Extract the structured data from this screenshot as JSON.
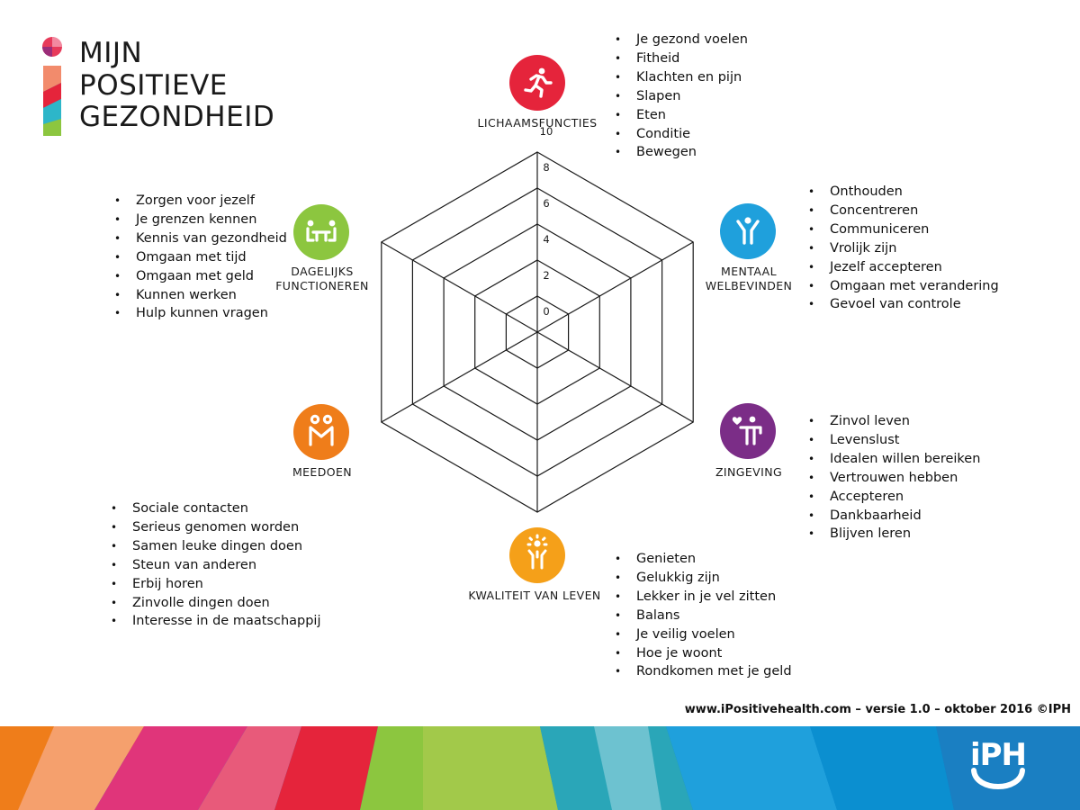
{
  "logo": {
    "lines": [
      "MIJN",
      "POSITIEVE",
      "GEZONDHEID"
    ]
  },
  "scale": {
    "ticks": [
      "0",
      "2",
      "4",
      "6",
      "8",
      "10"
    ]
  },
  "dimensions": [
    {
      "key": "lichaamsfuncties",
      "label_lines": [
        "LICHAAMSFUNCTIES"
      ],
      "color": "#e5243b",
      "icon": "running-person-icon",
      "items": [
        "Je gezond voelen",
        "Fitheid",
        "Klachten en pijn",
        "Slapen",
        "Eten",
        "Conditie",
        "Bewegen"
      ]
    },
    {
      "key": "mentaal-welbevinden",
      "label_lines": [
        "MENTAAL",
        "WELBEVINDEN"
      ],
      "color": "#1fa0dc",
      "icon": "person-arms-up-icon",
      "items": [
        "Onthouden",
        "Concentreren",
        "Communiceren",
        "Vrolijk zijn",
        "Jezelf accepteren",
        "Omgaan met verandering",
        "Gevoel van controle"
      ]
    },
    {
      "key": "zingeving",
      "label_lines": [
        "ZINGEVING"
      ],
      "color": "#7b2d87",
      "icon": "heart-person-icon",
      "items": [
        "Zinvol leven",
        "Levenslust",
        "Idealen willen bereiken",
        "Vertrouwen hebben",
        "Accepteren",
        "Dankbaarheid",
        "Blijven leren"
      ]
    },
    {
      "key": "kwaliteit-van-leven",
      "label_lines": [
        "KWALITEIT VAN LEVEN"
      ],
      "color": "#f5a019",
      "icon": "sun-person-icon",
      "items": [
        "Genieten",
        "Gelukkig zijn",
        "Lekker in je vel zitten",
        "Balans",
        "Je veilig voelen",
        "Hoe je woont",
        "Rondkomen met je geld"
      ]
    },
    {
      "key": "meedoen",
      "label_lines": [
        "MEEDOEN"
      ],
      "color": "#ef7d1a",
      "icon": "two-people-icon",
      "items": [
        "Sociale contacten",
        "Serieus genomen worden",
        "Samen leuke dingen doen",
        "Steun van anderen",
        "Erbij horen",
        "Zinvolle dingen doen",
        "Interesse in de maatschappij"
      ]
    },
    {
      "key": "dagelijks-functioneren",
      "label_lines": [
        "DAGELIJKS",
        "FUNCTIONEREN"
      ],
      "color": "#8cc63f",
      "icon": "people-at-table-icon",
      "items": [
        "Zorgen voor jezelf",
        "Je grenzen kennen",
        "Kennis van gezondheid",
        "Omgaan met tijd",
        "Omgaan met geld",
        "Kunnen werken",
        "Hulp kunnen vragen"
      ]
    }
  ],
  "footer": {
    "text": "www.iPositivehealth.com – versie 1.0 – oktober 2016 ©IPH",
    "brand": "iPH"
  }
}
